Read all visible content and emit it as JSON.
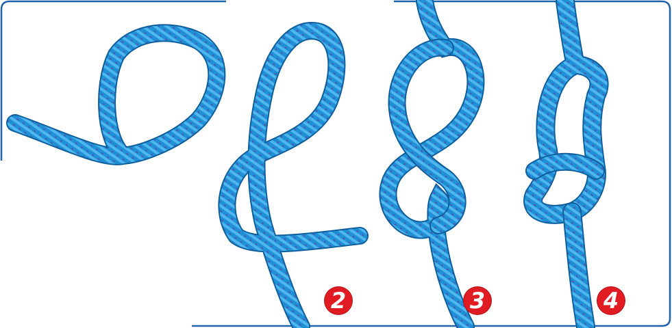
{
  "steps": [
    {
      "id": "step-1",
      "label": ""
    },
    {
      "id": "step-2",
      "label": "2"
    },
    {
      "id": "step-3",
      "label": "3"
    },
    {
      "id": "step-4",
      "label": "4"
    }
  ],
  "colors": {
    "rope": "#1f8fd6",
    "rope_highlight": "#5cc3f2",
    "rope_shadow": "#0f5e9c",
    "rope_fleck": "#7b2a86",
    "badge": "#e01b22",
    "border": "#1e63a8"
  }
}
